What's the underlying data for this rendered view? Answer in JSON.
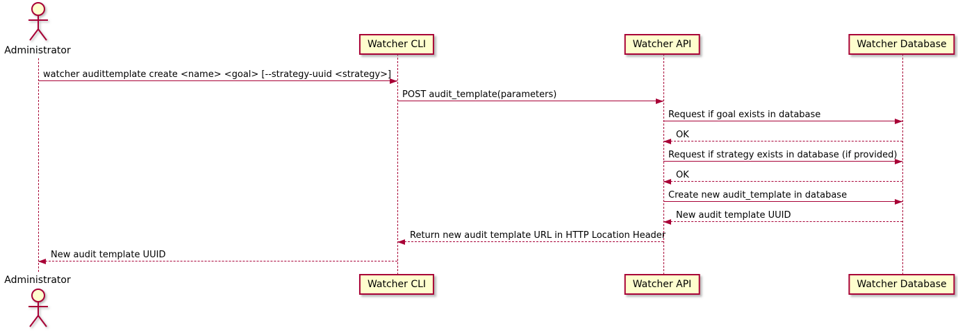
{
  "diagram_type": "uml-sequence",
  "colors": {
    "accent": "#A80036",
    "participant_fill": "#FEFECE",
    "text": "#000000",
    "background": "#FFFFFF"
  },
  "participants": [
    {
      "label": "Administrator",
      "kind": "actor"
    },
    {
      "label": "Watcher CLI",
      "kind": "box"
    },
    {
      "label": "Watcher API",
      "kind": "box"
    },
    {
      "label": "Watcher Database",
      "kind": "box"
    }
  ],
  "messages": [
    {
      "from": "Administrator",
      "to": "Watcher CLI",
      "text": "watcher audittemplate create <name> <goal> [--strategy-uuid <strategy>]",
      "line": "solid",
      "direction": "right"
    },
    {
      "from": "Watcher CLI",
      "to": "Watcher API",
      "text": "POST audit_template(parameters)",
      "line": "solid",
      "direction": "right"
    },
    {
      "from": "Watcher API",
      "to": "Watcher Database",
      "text": "Request if goal exists in database",
      "line": "solid",
      "direction": "right"
    },
    {
      "from": "Watcher Database",
      "to": "Watcher API",
      "text": "OK",
      "line": "dashed",
      "direction": "left"
    },
    {
      "from": "Watcher API",
      "to": "Watcher Database",
      "text": "Request if strategy exists in database (if provided)",
      "line": "solid",
      "direction": "right"
    },
    {
      "from": "Watcher Database",
      "to": "Watcher API",
      "text": "OK",
      "line": "dashed",
      "direction": "left"
    },
    {
      "from": "Watcher API",
      "to": "Watcher Database",
      "text": "Create new audit_template in database",
      "line": "solid",
      "direction": "right"
    },
    {
      "from": "Watcher Database",
      "to": "Watcher API",
      "text": "New audit template UUID",
      "line": "dashed",
      "direction": "left"
    },
    {
      "from": "Watcher API",
      "to": "Watcher CLI",
      "text": "Return new audit template URL in HTTP Location Header",
      "line": "dashed",
      "direction": "left"
    },
    {
      "from": "Watcher CLI",
      "to": "Administrator",
      "text": "New audit template UUID",
      "line": "dashed",
      "direction": "left"
    }
  ]
}
